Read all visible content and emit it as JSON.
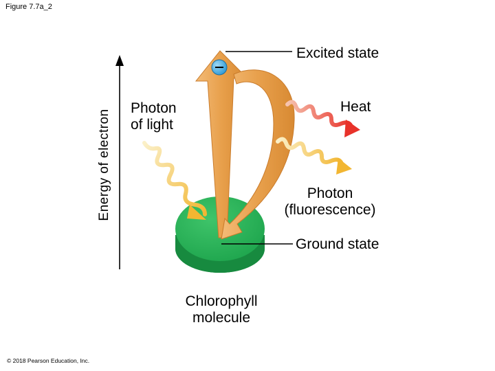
{
  "figure_label": "Figure 7.7a_2",
  "axis_label": "Energy of electron",
  "labels": {
    "excited_state": "Excited state",
    "heat": "Heat",
    "photon_in": "Photon\nof light",
    "photon_fluorescence": "Photon\n(fluorescence)",
    "ground_state": "Ground state",
    "chlorophyll": "Chlorophyll\nmolecule",
    "electron_symbol": "–"
  },
  "copyright": "© 2018 Pearson Education, Inc.",
  "colors": {
    "arrow_orange": "#E8A04C",
    "chlorophyll_green": "#1FA64E",
    "heat_red": "#E8322A",
    "photon_yellow": "#F2B632",
    "electron_blue": "#2E9AD6"
  }
}
